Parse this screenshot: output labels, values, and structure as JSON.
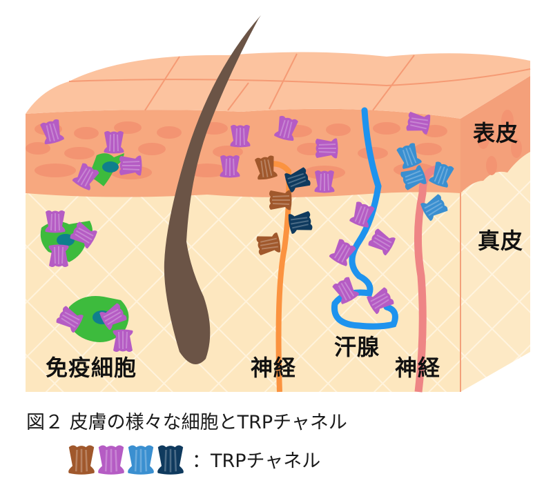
{
  "labels": {
    "epidermis": "表皮",
    "dermis": "真皮",
    "immune_cells": "免疫細胞",
    "nerve_left": "神経",
    "sweat_gland": "汗腺",
    "nerve_right": "神経"
  },
  "caption": "図２ 皮膚の様々な細胞とTRPチャネル",
  "legend": {
    "text": "：TRPチャネル",
    "channel_colors": [
      "#a0582c",
      "#b55cc4",
      "#3a8fd0",
      "#0f3a5e"
    ]
  },
  "colors": {
    "stratum_corneum": "#fcc39f",
    "epidermis": "#f7a87f",
    "epidermis_cells": "#f39472",
    "dermis": "#fde7bf",
    "hair": "#6b5446",
    "nerve_orange": "#fb9340",
    "nerve_pink": "#ee8585",
    "sweat_duct": "#1e93ee",
    "immune_cell": "#3dbb3d",
    "nucleus": "#0f7f8d"
  }
}
